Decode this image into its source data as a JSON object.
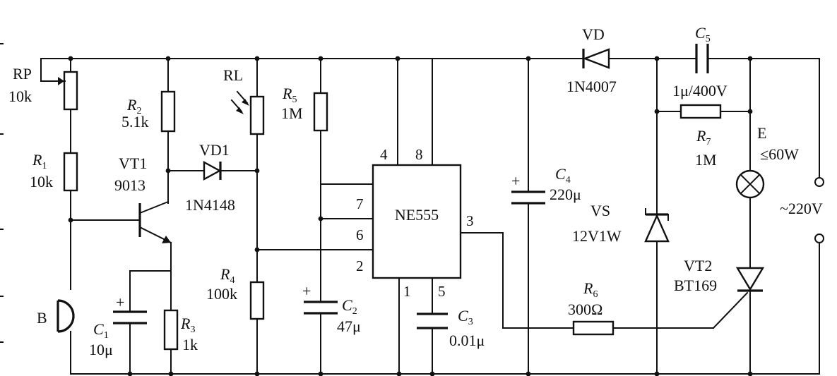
{
  "components": {
    "RP": {
      "ref": "RP",
      "value": "10k"
    },
    "R1": {
      "ref_letter": "R",
      "ref_num": "1",
      "value": "10k"
    },
    "R2": {
      "ref_letter": "R",
      "ref_num": "2",
      "value": "5.1k"
    },
    "R3": {
      "ref_letter": "R",
      "ref_num": "3",
      "value": "1k"
    },
    "R4": {
      "ref_letter": "R",
      "ref_num": "4",
      "value": "100k"
    },
    "R5": {
      "ref_letter": "R",
      "ref_num": "5",
      "value": "1M"
    },
    "R6": {
      "ref_letter": "R",
      "ref_num": "6",
      "value": "300Ω"
    },
    "R7": {
      "ref_letter": "R",
      "ref_num": "7",
      "value": "1M"
    },
    "RL": {
      "ref": "RL"
    },
    "VT1": {
      "ref": "VT1",
      "value": "9013"
    },
    "VD1": {
      "ref": "VD1",
      "value": "1N4148"
    },
    "C1": {
      "ref_letter": "C",
      "ref_num": "1",
      "value": "10μ"
    },
    "C2": {
      "ref_letter": "C",
      "ref_num": "2",
      "value": "47μ"
    },
    "C3": {
      "ref_letter": "C",
      "ref_num": "3",
      "value": "0.01μ"
    },
    "C4": {
      "ref_letter": "C",
      "ref_num": "4",
      "value": "220μ"
    },
    "C5": {
      "ref_letter": "C",
      "ref_num": "5",
      "value": "1μ/400V"
    },
    "IC": {
      "ref": "NE555",
      "pins": {
        "p4": "4",
        "p8": "8",
        "p7": "7",
        "p6": "6",
        "p2": "2",
        "p3": "3",
        "p1": "1",
        "p5": "5"
      }
    },
    "VD": {
      "ref": "VD",
      "value": "1N4007"
    },
    "VS": {
      "ref": "VS",
      "value": "12V1W"
    },
    "VT2": {
      "ref": "VT2",
      "value": "BT169"
    },
    "E": {
      "ref": "E",
      "value": "≤60W"
    },
    "B": {
      "ref": "B"
    },
    "mains": {
      "label": "~220V"
    },
    "plus": "+"
  }
}
